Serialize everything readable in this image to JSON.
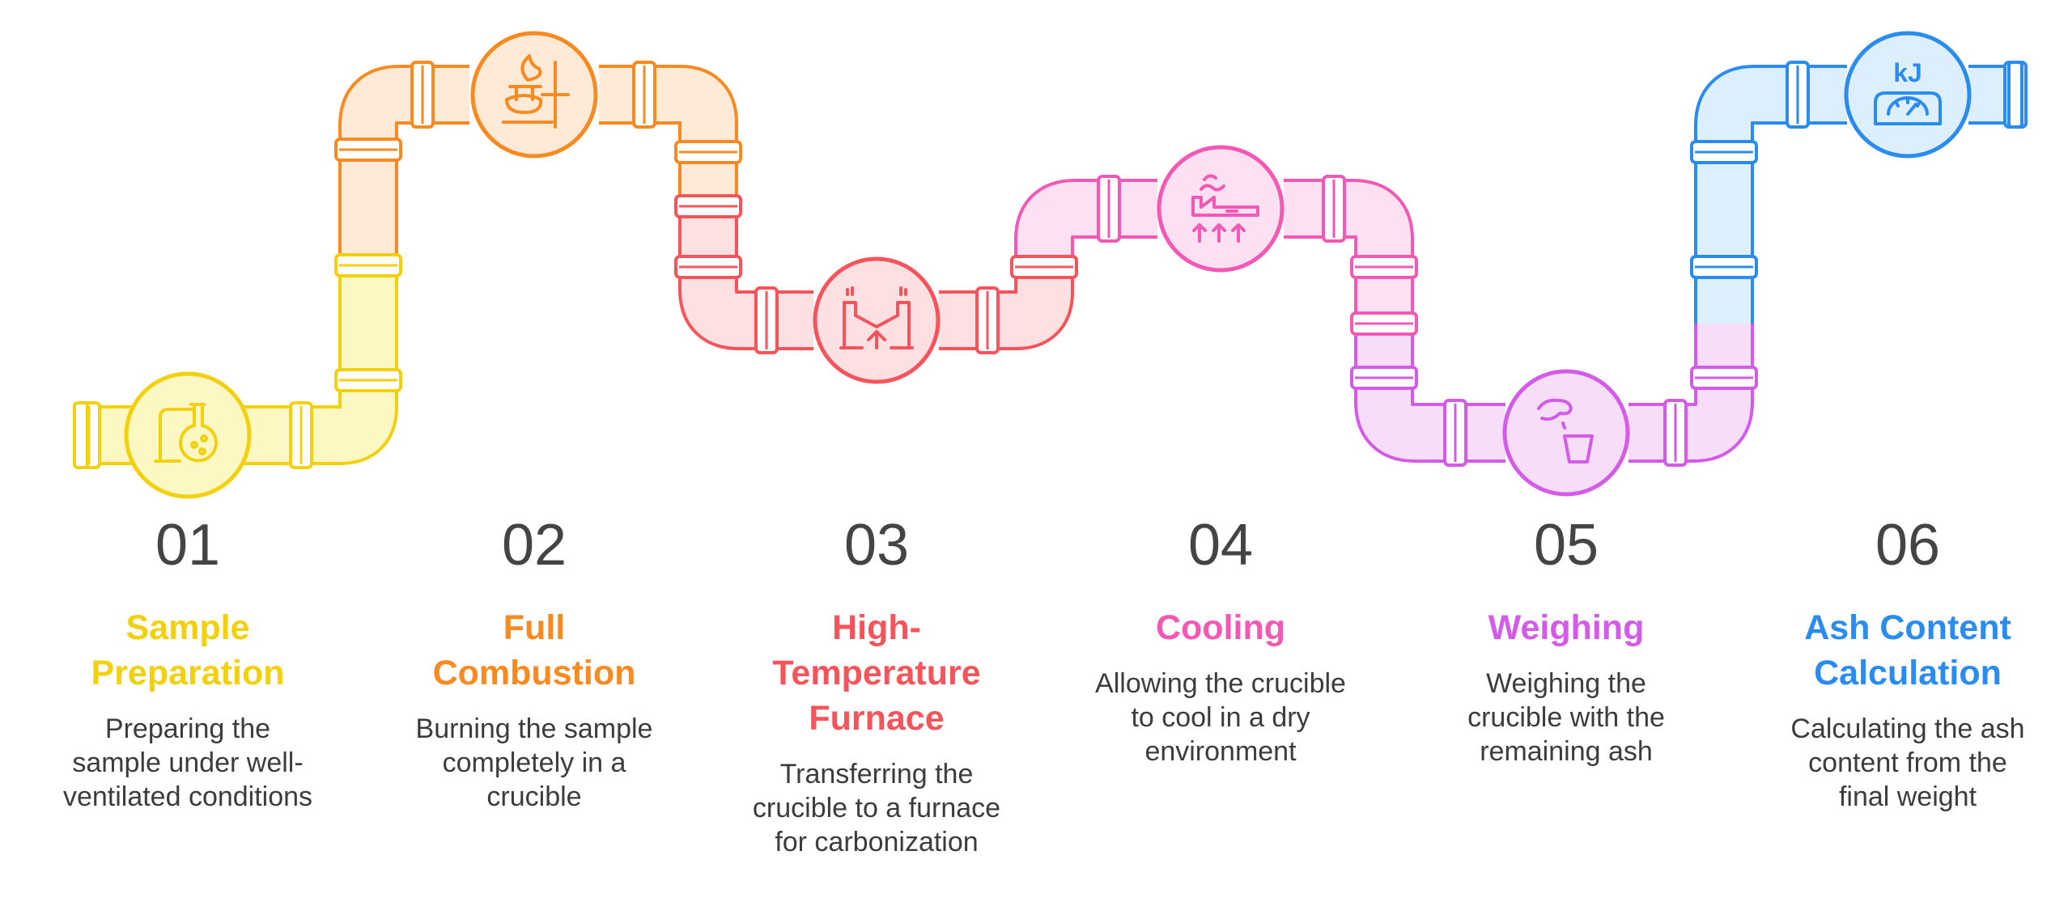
{
  "steps": [
    {
      "number": "01",
      "title_lines": [
        "Sample",
        "Preparation"
      ],
      "description_lines": [
        "Preparing the",
        "sample under well-",
        "ventilated conditions"
      ],
      "icon": "flask-document-icon",
      "color": "#f2d10c",
      "fill": "#fdf7c4"
    },
    {
      "number": "02",
      "title_lines": [
        "Full",
        "Combustion"
      ],
      "description_lines": [
        "Burning the sample",
        "completely in a",
        "crucible"
      ],
      "icon": "burner-flame-icon",
      "color": "#f88a22",
      "fill": "#feead6"
    },
    {
      "number": "03",
      "title_lines": [
        "High-",
        "Temperature",
        "Furnace"
      ],
      "description_lines": [
        "Transferring the",
        "crucible to a furnace",
        "for carbonization"
      ],
      "icon": "furnace-icon",
      "color": "#f4545a",
      "fill": "#fde1e2"
    },
    {
      "number": "04",
      "title_lines": [
        "Cooling"
      ],
      "description_lines": [
        "Allowing the crucible",
        "to cool in a dry",
        "environment"
      ],
      "icon": "cooling-factory-icon",
      "color": "#f358b4",
      "fill": "#fde0f1"
    },
    {
      "number": "05",
      "title_lines": [
        "Weighing"
      ],
      "description_lines": [
        "Weighing the",
        "crucible with the",
        "remaining ash"
      ],
      "icon": "hand-crucible-icon",
      "color": "#d35be8",
      "fill": "#f6def9"
    },
    {
      "number": "06",
      "title_lines": [
        "Ash Content",
        "Calculation"
      ],
      "description_lines": [
        "Calculating the ash",
        "content from the",
        "final weight"
      ],
      "icon": "energy-scale-icon",
      "icon_text": "kJ",
      "color": "#2a8cef",
      "fill": "#ddeefc"
    }
  ]
}
